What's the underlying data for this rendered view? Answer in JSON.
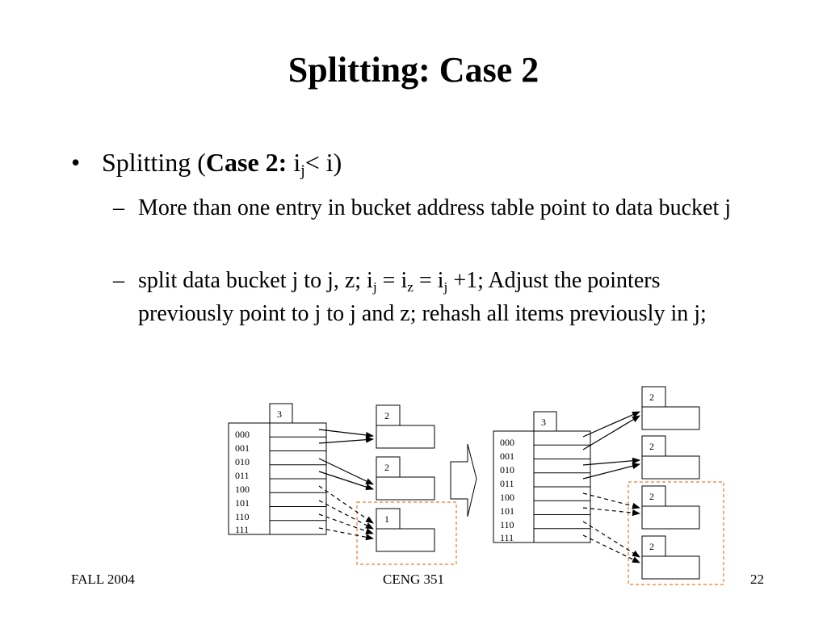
{
  "slide": {
    "title": "Splitting: Case 2",
    "bullet": {
      "lead": "Splitting (",
      "case_label": "Case 2:",
      "cond_i": "i",
      "cond_sub": "j",
      "cond_rest": "< i)"
    },
    "sub1": "More than one entry in bucket address table point to data bucket j",
    "sub2": {
      "p1": "split data bucket j to j, z; i",
      "s1": "j",
      "p2": " = i",
      "s2": "z",
      "p3": " = i",
      "s3": "j",
      "p4": " +1; Adjust the pointers previously point to j to j and z; rehash all items previously in j;"
    }
  },
  "diagram": {
    "left": {
      "global_depth": "3",
      "entries": [
        "000",
        "001",
        "010",
        "011",
        "100",
        "101",
        "110",
        "111"
      ],
      "bucket_depths": [
        "2",
        "2",
        "1"
      ]
    },
    "right": {
      "global_depth": "3",
      "entries": [
        "000",
        "001",
        "010",
        "011",
        "100",
        "101",
        "110",
        "111"
      ],
      "bucket_depths": [
        "2",
        "2",
        "2",
        "2"
      ]
    },
    "highlight_color": "#ee7a2a"
  },
  "footer": {
    "left": "FALL 2004",
    "center": "CENG 351",
    "page": "22"
  }
}
